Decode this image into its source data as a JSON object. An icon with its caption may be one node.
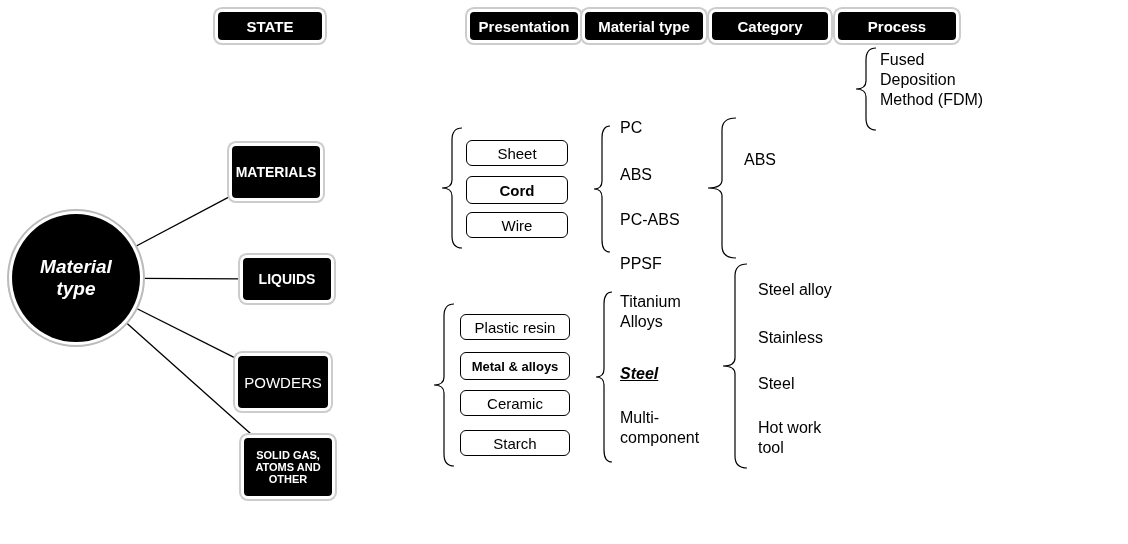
{
  "diagram": {
    "nodes": [
      {
        "text": [
          "STATE"
        ]
      },
      {
        "text": [
          "Presentation"
        ]
      },
      {
        "text": [
          "Material type"
        ]
      },
      {
        "text": [
          "Category"
        ]
      },
      {
        "text": [
          "Process"
        ]
      },
      {
        "text": [
          "Material type"
        ]
      },
      {
        "text": [
          "MATERIALS"
        ]
      },
      {
        "text": [
          "LIQUIDS"
        ]
      },
      {
        "text": [
          "POWDERS"
        ]
      },
      {
        "text": [
          "SOLID GAS, ATOMS AND OTHER"
        ]
      },
      {
        "text": [
          "Sheet"
        ]
      },
      {
        "text": [
          "Cord"
        ]
      },
      {
        "text": [
          "Wire"
        ]
      },
      {
        "text": [
          "Plastic resin"
        ]
      },
      {
        "text": [
          "Metal & alloys"
        ]
      },
      {
        "text": [
          "Ceramic"
        ]
      },
      {
        "text": [
          "Starch"
        ]
      }
    ],
    "edges": [
      {
        "from": 5,
        "to": 6,
        "arrow": "none"
      },
      {
        "from": 5,
        "to": 7,
        "arrow": "none"
      },
      {
        "from": 5,
        "to": 8,
        "arrow": "none"
      },
      {
        "from": 5,
        "to": 9,
        "arrow": "none"
      }
    ],
    "labels": [
      "Fused Deposition Method (FDM)",
      "PC",
      "ABS",
      "ABS",
      "PC-ABS",
      "PPSF",
      "Titanium Alloys",
      "Steel alloy",
      "Stainless",
      "Steel",
      "Steel",
      "Multi-component",
      "Hot work tool"
    ]
  }
}
